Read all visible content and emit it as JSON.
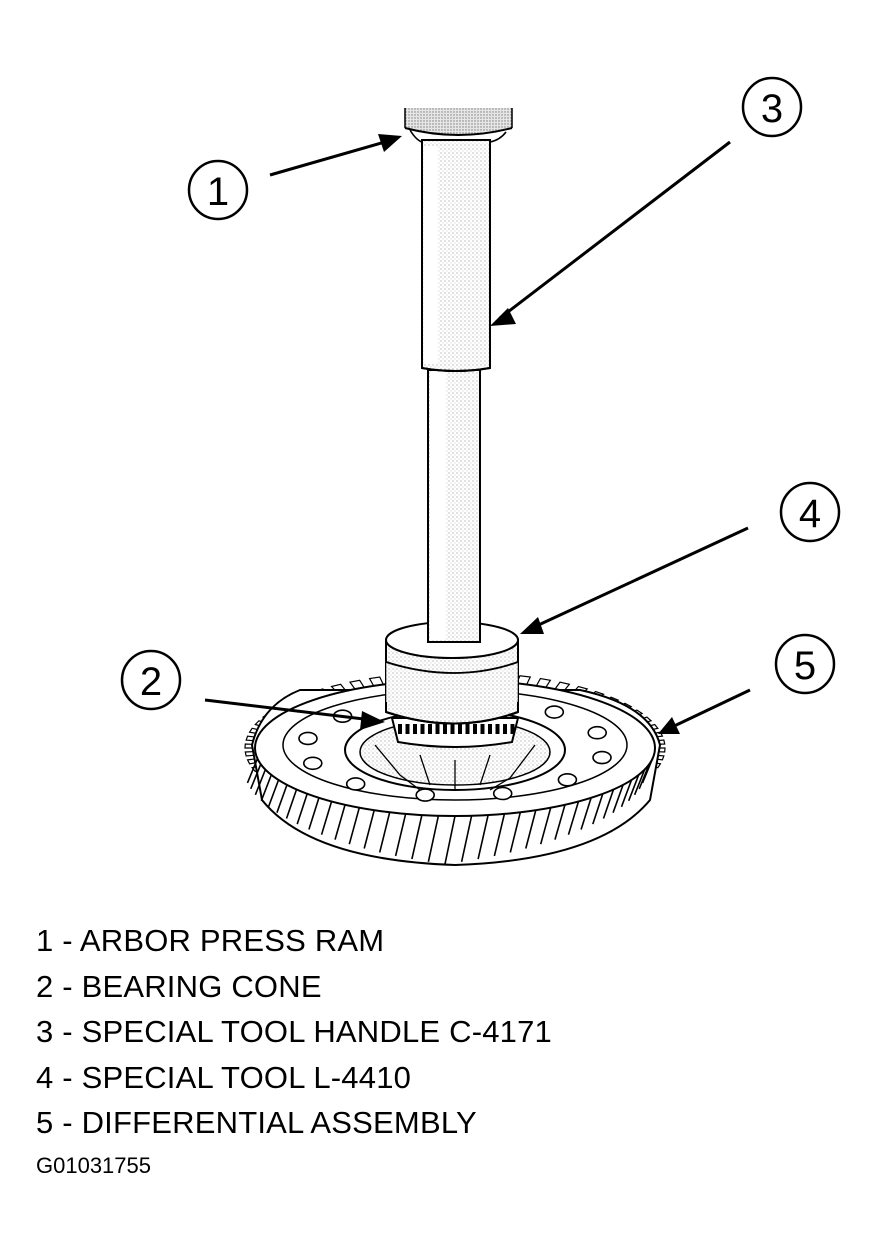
{
  "callouts": [
    {
      "number": "1",
      "text": "1 - ARBOR PRESS RAM"
    },
    {
      "number": "2",
      "text": "2 - BEARING CONE"
    },
    {
      "number": "3",
      "text": "3 - SPECIAL TOOL HANDLE C-4171"
    },
    {
      "number": "4",
      "text": "4 - SPECIAL TOOL L-4410"
    },
    {
      "number": "5",
      "text": "5 - DIFFERENTIAL ASSEMBLY"
    }
  ],
  "figure_id": "G01031755"
}
